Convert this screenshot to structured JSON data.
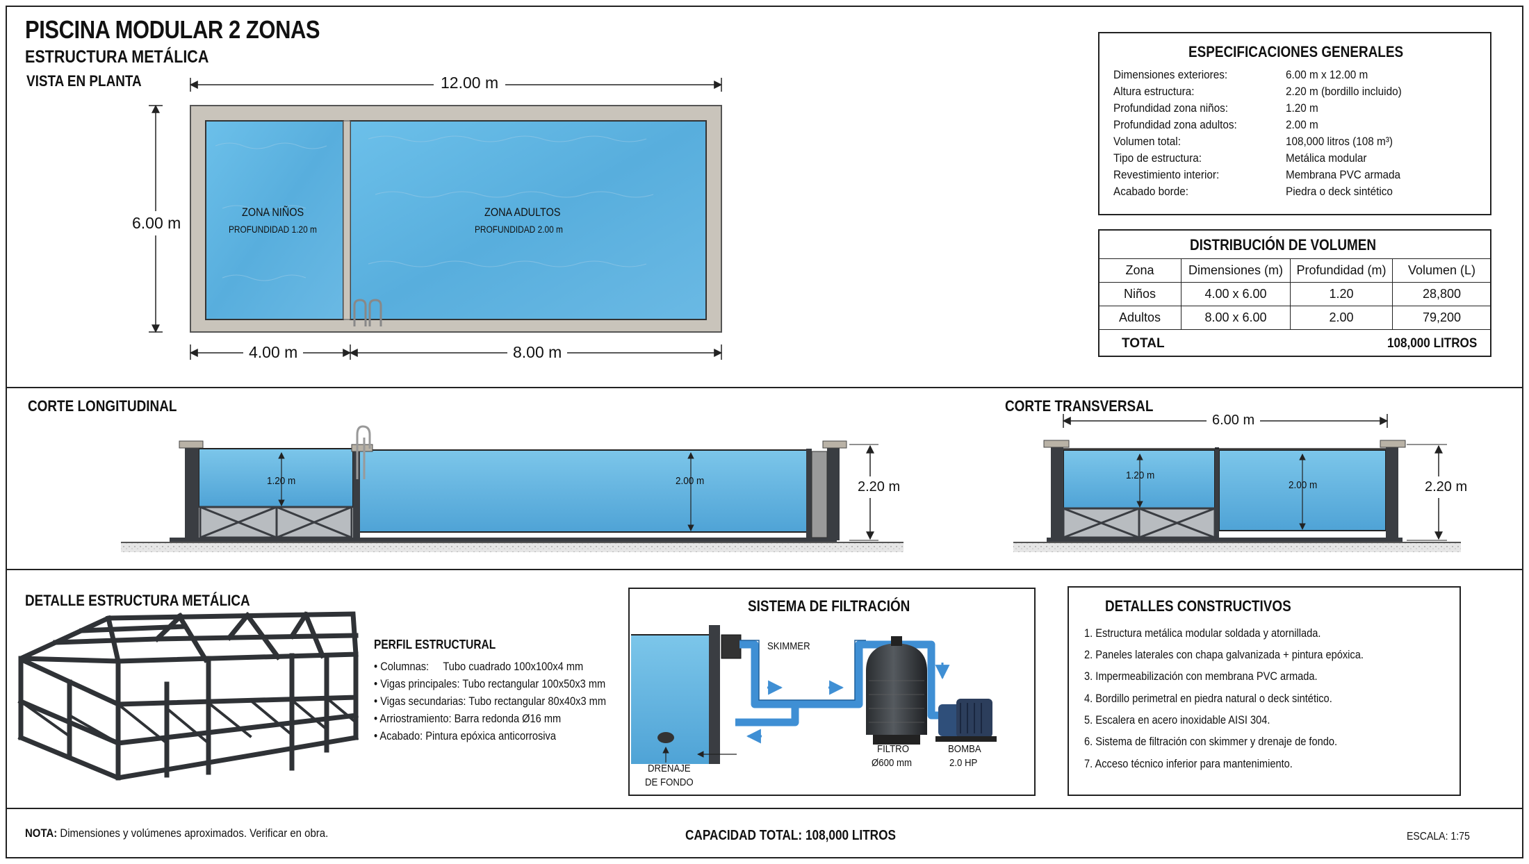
{
  "title": {
    "main": "PISCINA MODULAR 2 ZONAS",
    "sub": "ESTRUCTURA METÁLICA",
    "plan": "VISTA EN PLANTA"
  },
  "plan": {
    "dim_length": "12.00 m",
    "dim_width": "6.00 m",
    "dim_kids": "4.00 m",
    "dim_adults": "8.00 m",
    "zone_kids": "ZONA NIÑOS",
    "zone_kids_depth": "PROFUNDIDAD 1.20 m",
    "zone_adults": "ZONA ADULTOS",
    "zone_adults_depth": "PROFUNDIDAD 2.00 m"
  },
  "specs": {
    "title": "ESPECIFICACIONES GENERALES",
    "rows": [
      {
        "label": "Dimensiones exteriores:",
        "value": "6.00 m x 12.00 m"
      },
      {
        "label": "Altura estructura:",
        "value": "2.20 m (bordillo incluido)"
      },
      {
        "label": "Profundidad zona niños:",
        "value": "1.20 m"
      },
      {
        "label": "Profundidad zona adultos:",
        "value": "2.00 m"
      },
      {
        "label": "Volumen total:",
        "value": "108,000 litros (108 m³)"
      },
      {
        "label": "Tipo de estructura:",
        "value": "Metálica modular"
      },
      {
        "label": "Revestimiento interior:",
        "value": "Membrana PVC armada"
      },
      {
        "label": "Acabado borde:",
        "value": "Piedra o deck sintético"
      }
    ]
  },
  "volume": {
    "title": "DISTRIBUCIÓN DE VOLUMEN",
    "headers": [
      "Zona",
      "Dimensiones (m)",
      "Profundidad (m)",
      "Volumen (L)"
    ],
    "rows": [
      [
        "Niños",
        "4.00 x 6.00",
        "1.20",
        "28,800"
      ],
      [
        "Adultos",
        "8.00 x 6.00",
        "2.00",
        "79,200"
      ]
    ],
    "total_label": "TOTAL",
    "total_value": "108,000 LITROS"
  },
  "long_section": {
    "title": "CORTE LONGITUDINAL",
    "depth_kids": "1.20 m",
    "depth_adults": "2.00 m",
    "height": "2.20 m"
  },
  "trans_section": {
    "title": "CORTE TRANSVERSAL",
    "width": "6.00 m",
    "depth_kids": "1.20 m",
    "depth_adults": "2.00 m",
    "height": "2.20 m"
  },
  "structure": {
    "title": "DETALLE ESTRUCTURA METÁLICA",
    "profile_title": "PERFIL ESTRUCTURAL",
    "items": [
      {
        "label": "Columnas:",
        "value": "Tubo cuadrado 100x100x4 mm"
      },
      {
        "label": "Vigas principales:",
        "value": "Tubo rectangular 100x50x3 mm"
      },
      {
        "label": "Vigas secundarias:",
        "value": "Tubo rectangular 80x40x3 mm"
      },
      {
        "label": "Arriostramiento:",
        "value": "Barra redonda Ø16 mm"
      },
      {
        "label": "Acabado:",
        "value": "Pintura epóxica anticorrosiva"
      }
    ]
  },
  "filtration": {
    "title": "SISTEMA DE FILTRACIÓN",
    "skimmer": "SKIMMER",
    "filter": "FILTRO",
    "filter_size": "Ø600 mm",
    "pump": "BOMBA",
    "pump_power": "2.0 HP",
    "drain_line1": "DRENAJE",
    "drain_line2": "DE FONDO"
  },
  "construction": {
    "title": "DETALLES CONSTRUCTIVOS",
    "items": [
      "1. Estructura metálica modular soldada y atornillada.",
      "2. Paneles laterales con chapa galvanizada + pintura epóxica.",
      "3. Impermeabilización con membrana PVC armada.",
      "4. Bordillo perimetral en piedra natural o deck sintético.",
      "5. Escalera en acero inoxidable AISI 304.",
      "6. Sistema de filtración con skimmer y drenaje de fondo.",
      "7. Acceso técnico inferior para mantenimiento."
    ]
  },
  "footer": {
    "note_label": "NOTA:",
    "note_text": "Dimensiones y volúmenes aproximados. Verificar en obra.",
    "capacity": "CAPACIDAD TOTAL: 108,000 LITROS",
    "scale": "ESCALA: 1:75"
  },
  "colors": {
    "water": "#5eb3e0",
    "water_dark": "#3f96c9",
    "concrete": "#c9c4bb",
    "steel": "#3a3d42",
    "pipe": "#3f8fd4"
  }
}
